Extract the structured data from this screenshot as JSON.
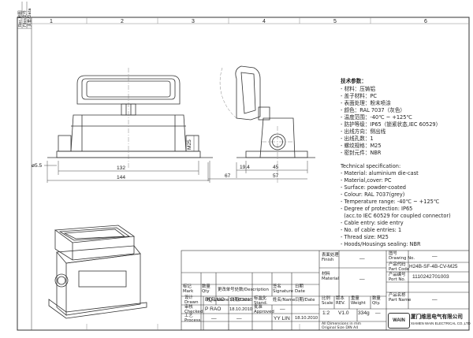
{
  "zone_numbers": [
    "1",
    "2",
    "3",
    "4",
    "5",
    "6"
  ],
  "revision_block": {
    "col1": "Rec.刷图",
    "col2": "Files文件",
    "col3": "页套/Data"
  },
  "dimensions": {
    "front_height": "M25",
    "hole": "ø5.5",
    "inner_width": "132",
    "overall_width": "144",
    "side_flange": "19.4",
    "side_depth": "45",
    "side_bottom_left": "67",
    "side_bottom_right": "57"
  },
  "tech_params_cn": {
    "heading": "技术参数：",
    "items": [
      "- 材料：压铸铝",
      "- 盖子材料：PC",
      "- 表面处理：粉末喷涂",
      "- 颜色：RAL 7037（灰色）",
      "- 温度范围：-40℃ ~ +125℃",
      "- 防护等级：IP65（锁紧状态,IEC 60529）",
      "- 出线方向：侧出线",
      "- 出线孔数：1",
      "- 螺纹规格：M25",
      "- 密封元件：NBR"
    ]
  },
  "tech_spec_en": {
    "heading": "Technical specification:",
    "items": [
      "- Material: aluminium die-cast",
      "- Material,cover: PC",
      "- Surface: powder-coated",
      "- Colour: RAL 7037(grey)",
      "- Temperature range: -40℃ ~ +125℃",
      "- Degree of protection: IP65",
      "  (acc.to IEC 60529 for coupled connector)",
      "- Cable entry: side entry",
      "- No. of cable entries: 1",
      "- Thread size: M25",
      "- Hoods/Housings sealing: NBR"
    ]
  },
  "title_block": {
    "surface_treatment_label": "表面处理\nFinish",
    "surface_treatment_value": "—",
    "material_label": "材料\nMaterial",
    "material_value": "—",
    "drawing_no_label": "图号\nDrawing No.",
    "drawing_no_value": "—",
    "part_code_label": "产品代码\nPart Code",
    "part_code_value": "H24B-SF-4B-CV-M25",
    "part_no_label": "产品编号\nPort No.",
    "part_no_value": "1110242701003",
    "part_name_label": "产品名称\nPart Name",
    "part_name_value": "—",
    "mark_header": "标记\nMark",
    "qty_header": "数量\nQty",
    "change_header": "更改单号处数/Description",
    "sign_header": "签名\nSignature",
    "date_header": "日期\nDate",
    "name_header": "姓名/Name",
    "day_header": "日期/Date",
    "std_header": "标准化\nStand.",
    "approved_header": "批准\nApproved",
    "rows": [
      {
        "role": "设计\nDrawn",
        "name": "BQ LUO",
        "date": "18.10.2010",
        "dash": "—"
      },
      {
        "role": "审核\nChecked",
        "name": "P RAO",
        "date": "18.10.2010",
        "dash": "—"
      },
      {
        "role": "工艺\nProcess",
        "name": "—",
        "date": "—",
        "approver": "YY LIN",
        "approver_date": "18.10.2010"
      }
    ],
    "scale_label": "比例\nScale",
    "scale_value": "1:2",
    "version_label": "版本\nREV.",
    "version_value": "V1.0",
    "weight_label": "重量\nWeight",
    "weight_value": "334g",
    "qty_label": "数量\nQty.",
    "qty_value": "—",
    "note": "All Dimensions in mm\nOriginal Size DIN A4",
    "company_cn": "厦门维思电气有限公司",
    "company_en": "XIAMEN WAIN ELECTRICAL CO.,LTD",
    "logo_text": "WAIN"
  }
}
